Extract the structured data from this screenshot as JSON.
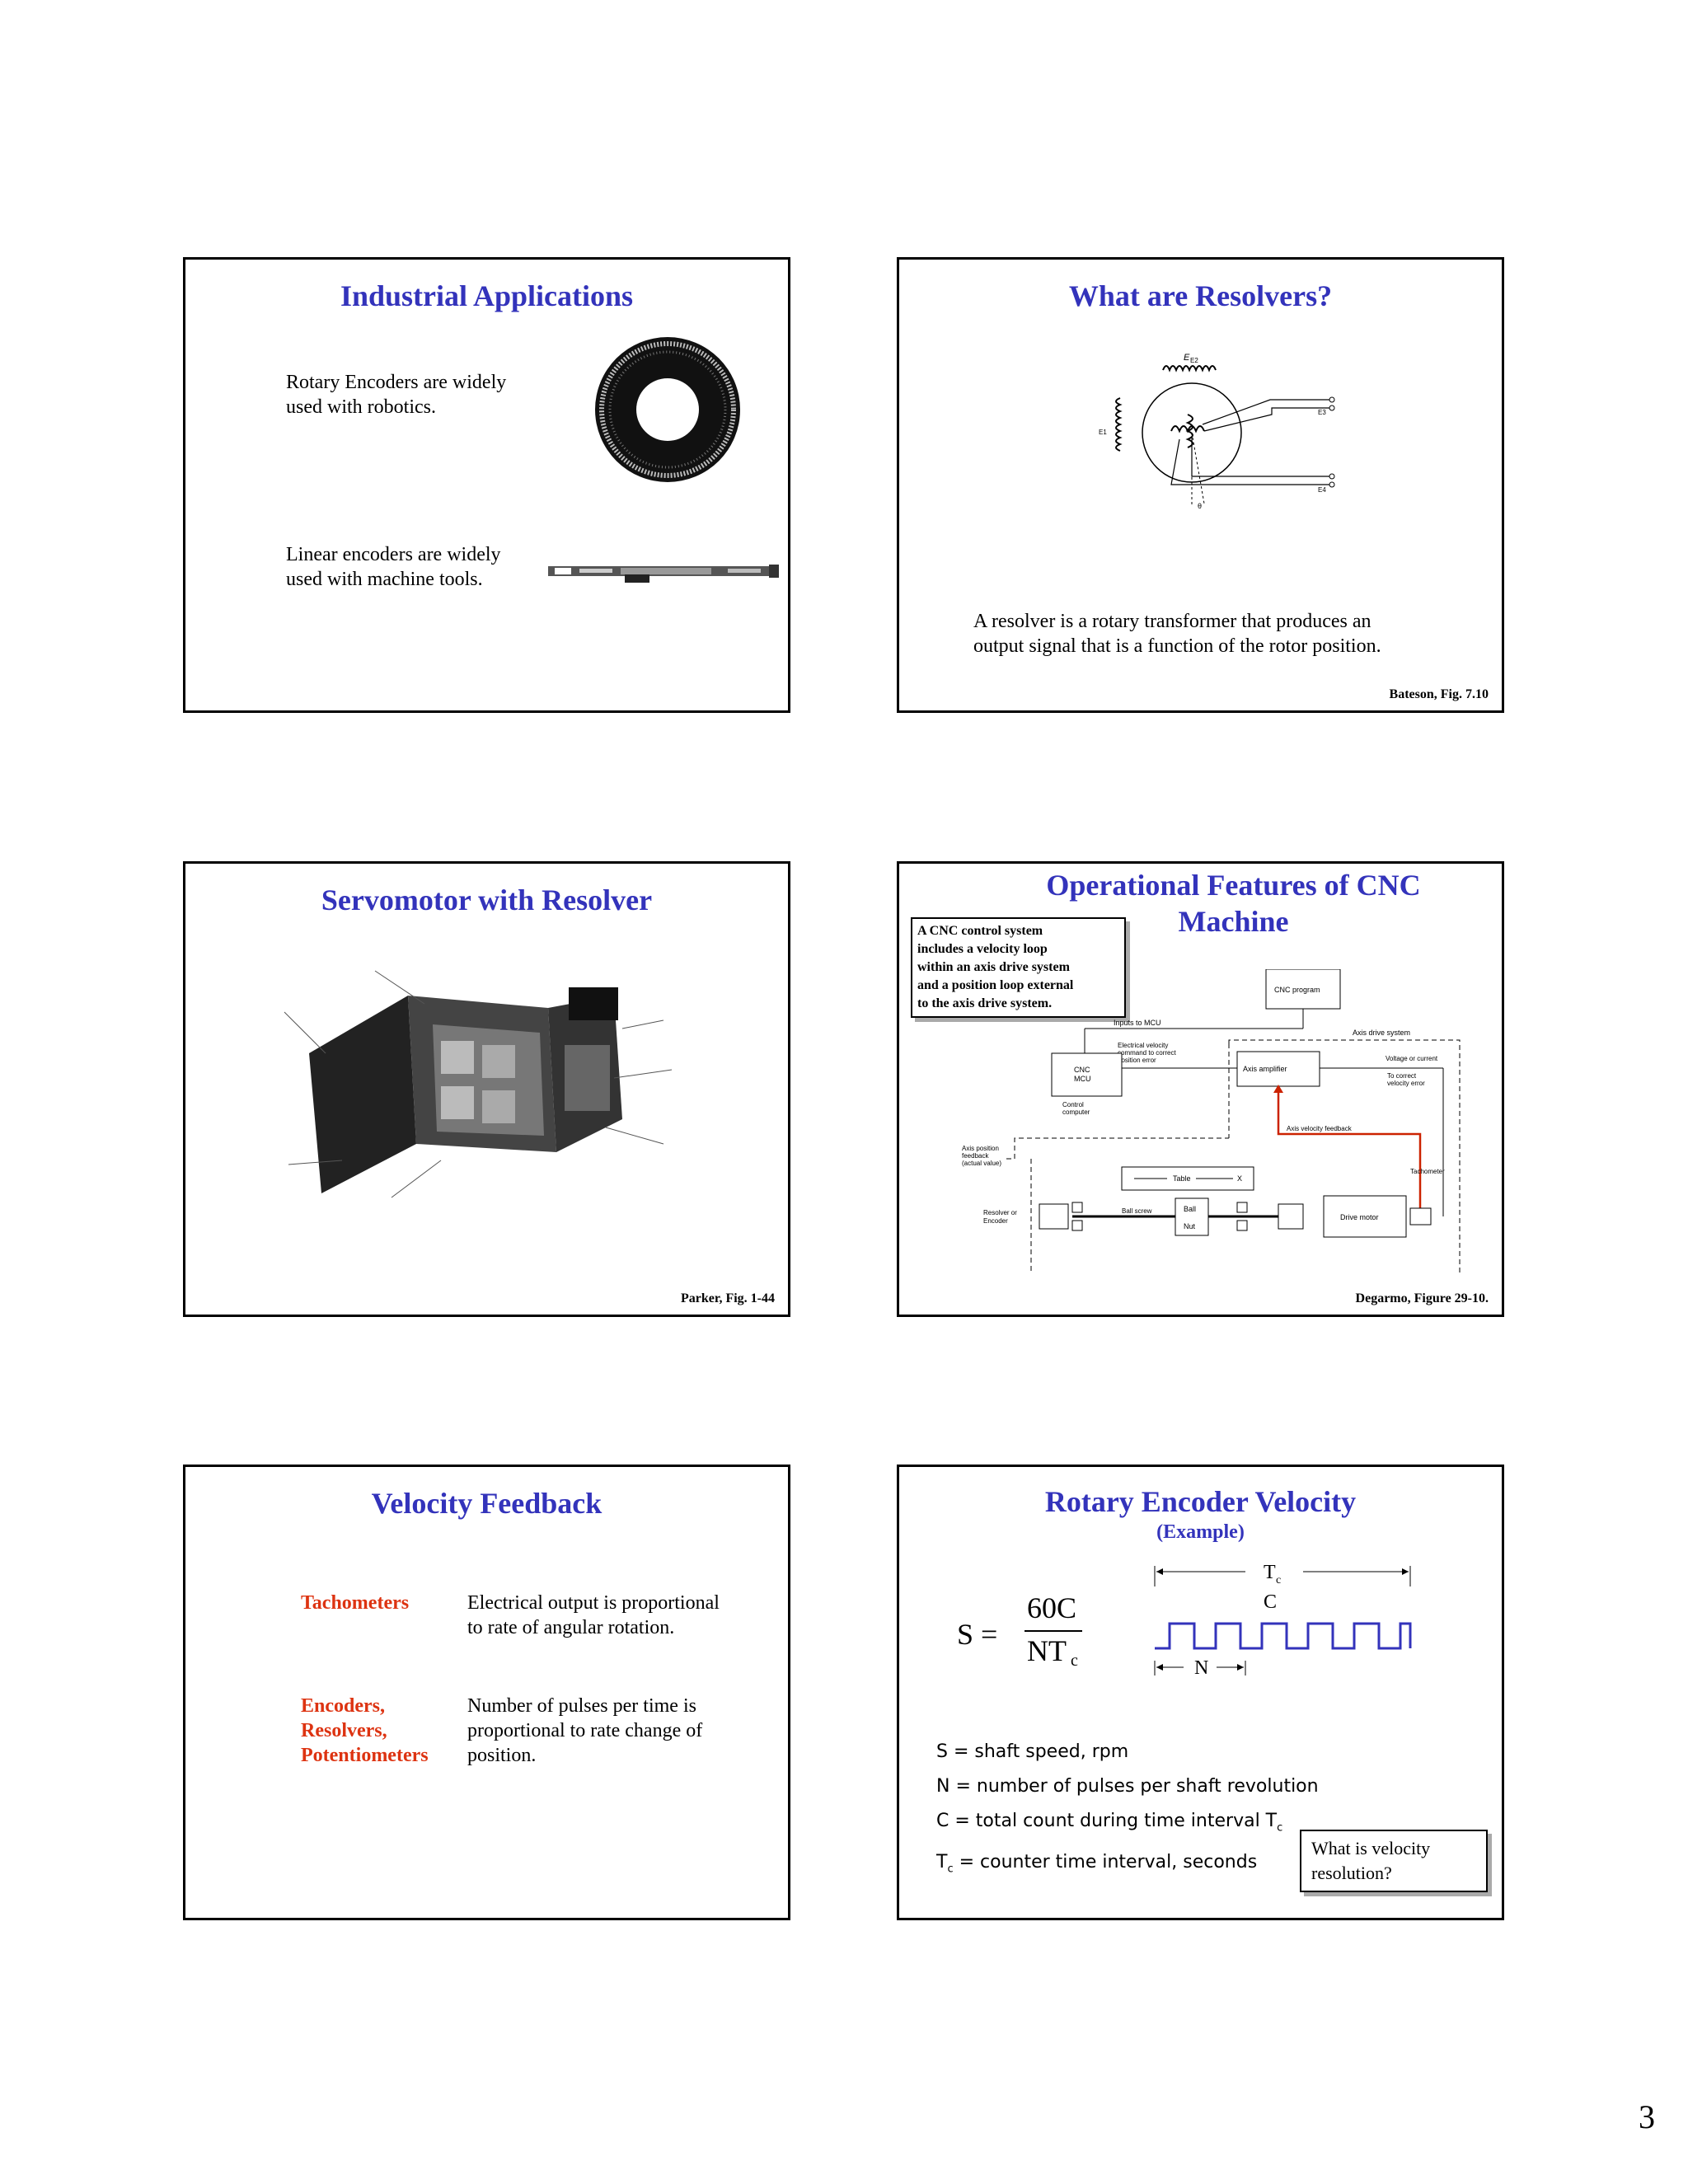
{
  "page_number": "3",
  "slides": {
    "industrial": {
      "title": "Industrial Applications",
      "rotary_text_1": "Rotary Encoders are widely",
      "rotary_text_2": "used with robotics.",
      "linear_text_1": "Linear encoders are widely",
      "linear_text_2": "used with machine tools."
    },
    "resolvers": {
      "title": "What are Resolvers?",
      "labels": {
        "e1": "E1",
        "e2": "E2",
        "e3": "E3",
        "e4": "E4",
        "theta": "θ"
      },
      "desc_1": "A resolver is a rotary transformer that produces an",
      "desc_2": "output signal that is a function of the rotor position.",
      "caption": "Bateson, Fig. 7.10"
    },
    "servomotor": {
      "title": "Servomotor with Resolver",
      "caption": "Parker, Fig. 1-44"
    },
    "cnc": {
      "title_1": "Operational Features of CNC",
      "title_2": "Machine",
      "callout_1": "A CNC control system",
      "callout_2": "includes a velocity loop",
      "callout_3": "within an axis drive system",
      "callout_4": "and a position loop external",
      "callout_5": "to the axis drive system.",
      "diagram": {
        "cnc_program": "CNC program",
        "inputs_to_mcu": "Inputs to MCU",
        "axis_drive_system": "Axis drive system",
        "elec_vel_1": "Electrical velocity",
        "elec_vel_2": "command to correct",
        "elec_vel_3": "position error",
        "voltage_or_current": "Voltage or current",
        "cnc_mcu_1": "CNC",
        "cnc_mcu_2": "MCU",
        "axis_amplifier": "Axis amplifier",
        "to_correct_1": "To correct",
        "to_correct_2": "velocity error",
        "control_1": "Control",
        "control_2": "computer",
        "axis_vel_feedback": "Axis velocity feedback",
        "axis_pos_1": "Axis position",
        "axis_pos_2": "feedback",
        "axis_pos_3": "(actual value)",
        "tachometer": "Tachometer",
        "table": "Table",
        "x": "X",
        "ball": "Ball",
        "nut": "Nut",
        "ball_screw": "Ball screw",
        "drive_motor": "Drive motor",
        "resolver_1": "Resolver or",
        "resolver_2": "Encoder"
      },
      "caption": "Degarmo, Figure 29-10."
    },
    "velocity": {
      "title": "Velocity Feedback",
      "rows": [
        {
          "label_1": "Tachometers",
          "label_2": "",
          "label_3": "",
          "desc_1": "Electrical output is proportional",
          "desc_2": "to rate of angular rotation.",
          "desc_3": ""
        },
        {
          "label_1": "Encoders,",
          "label_2": "Resolvers,",
          "label_3": "Potentiometers",
          "desc_1": "Number of pulses per time is",
          "desc_2": "proportional to rate change of",
          "desc_3": "position."
        }
      ]
    },
    "rotary_velocity": {
      "title": "Rotary Encoder Velocity",
      "subtitle": "(Example)",
      "formula": {
        "lhs": "S =",
        "numerator": "60C",
        "denominator": "NT",
        "sub": "c"
      },
      "timing": {
        "tc": "T",
        "tc_sub": "c",
        "c": "C",
        "n": "N"
      },
      "definitions": [
        {
          "text": "S = shaft speed, rpm",
          "sub": ""
        },
        {
          "text": "N = number of pulses per shaft revolution",
          "sub": ""
        },
        {
          "text": "C = total count during time interval T",
          "sub": "c"
        },
        {
          "text": "T",
          "sub": "c",
          "rest": " = counter time interval, seconds"
        }
      ],
      "question_1": "What is velocity",
      "question_2": "resolution?",
      "pulse_color": "#3333bb"
    }
  }
}
